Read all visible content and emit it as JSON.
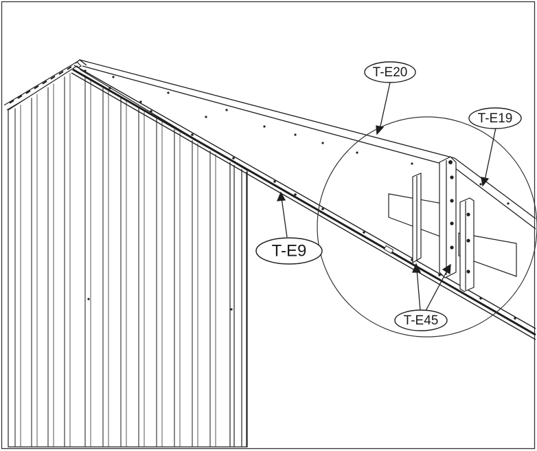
{
  "drawing": {
    "colors": {
      "line": "#1e1e1e",
      "paper": "#ffffff",
      "panel_rib": "#2a2a2a"
    },
    "callouts": [
      {
        "id": "t-e20",
        "label": "T-E20"
      },
      {
        "id": "t-e19",
        "label": "T-E19"
      },
      {
        "id": "t-e9",
        "label": "T-E9"
      },
      {
        "id": "t-e45",
        "label": "T-E45"
      }
    ]
  }
}
